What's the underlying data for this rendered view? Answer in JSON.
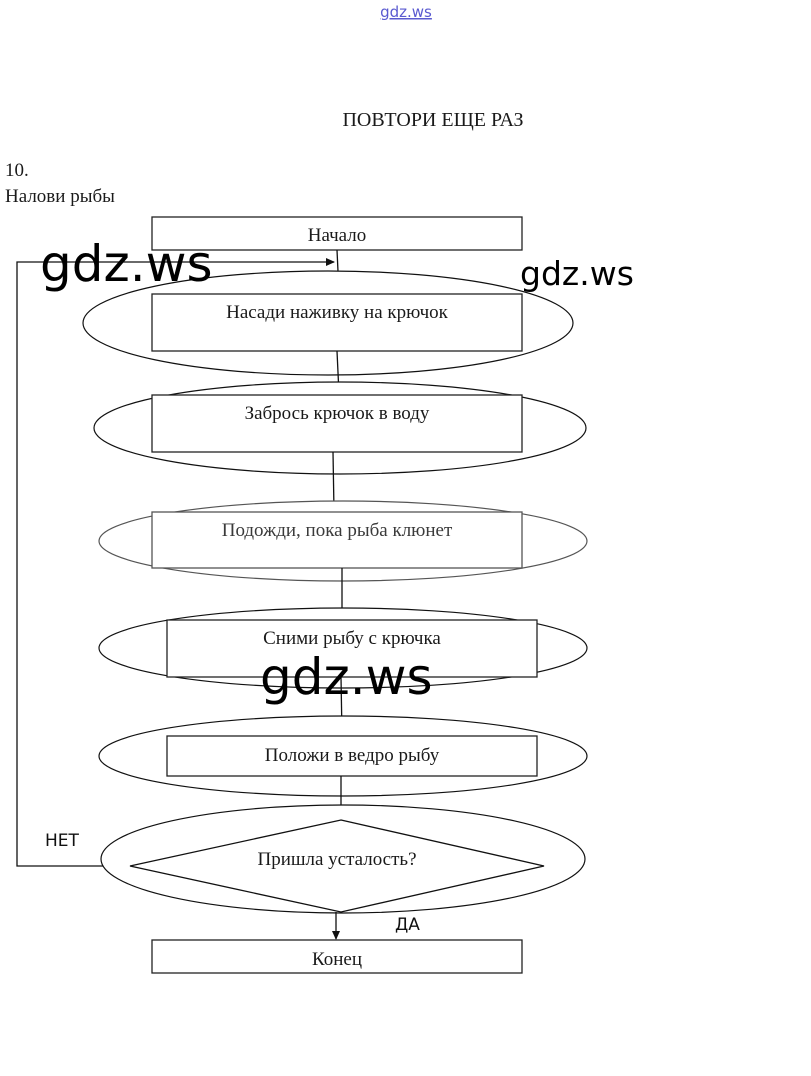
{
  "watermark_top": "gdz.ws",
  "watermarks": [
    "gdz.ws",
    "gdz.ws",
    "gdz.ws"
  ],
  "header_title": "ПОВТОРИ ЕЩЕ РАЗ",
  "task_number": "10.",
  "task_title": "Налови рыбы",
  "start_label": "Начало",
  "steps": [
    "Насади наживку на крючок",
    "Забрось крючок в воду",
    "Подожди, пока рыба клюнет",
    "Сними рыбу с крючка",
    "Положи в ведро рыбу"
  ],
  "decision_label": "Пришла усталость?",
  "no_label": "НЕТ",
  "yes_label": "ДА",
  "end_label": "Конец"
}
